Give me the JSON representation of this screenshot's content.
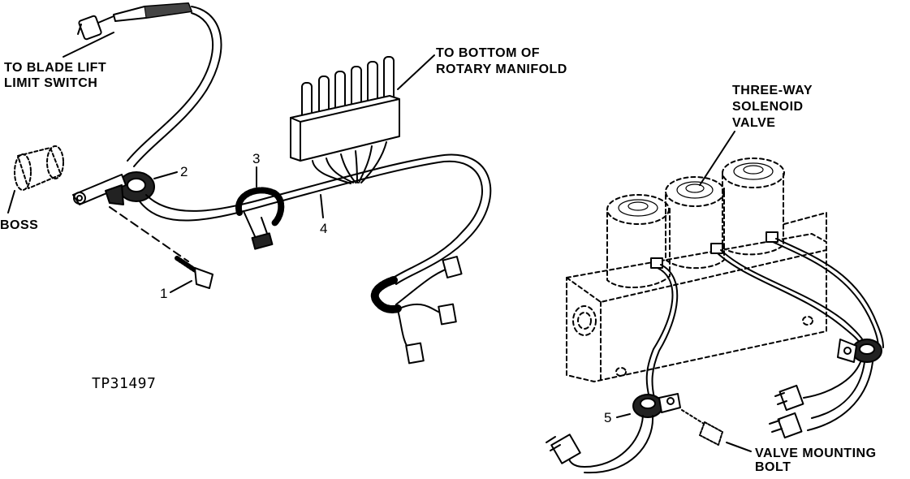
{
  "labels": {
    "blade_lift_line1": "TO BLADE LIFT",
    "blade_lift_line2": "LIMIT SWITCH",
    "rotary_line1": "TO BOTTOM OF",
    "rotary_line2": "ROTARY MANIFOLD",
    "valve_line1": "THREE-WAY",
    "valve_line2": "SOLENOID",
    "valve_line3": "VALVE",
    "boss": "BOSS",
    "bolt_line1": "VALVE MOUNTING",
    "bolt_line2": "BOLT",
    "figure_id": "TP31497"
  },
  "callouts": {
    "c1": "1",
    "c2": "2",
    "c3": "3",
    "c4": "4",
    "c5": "5"
  }
}
